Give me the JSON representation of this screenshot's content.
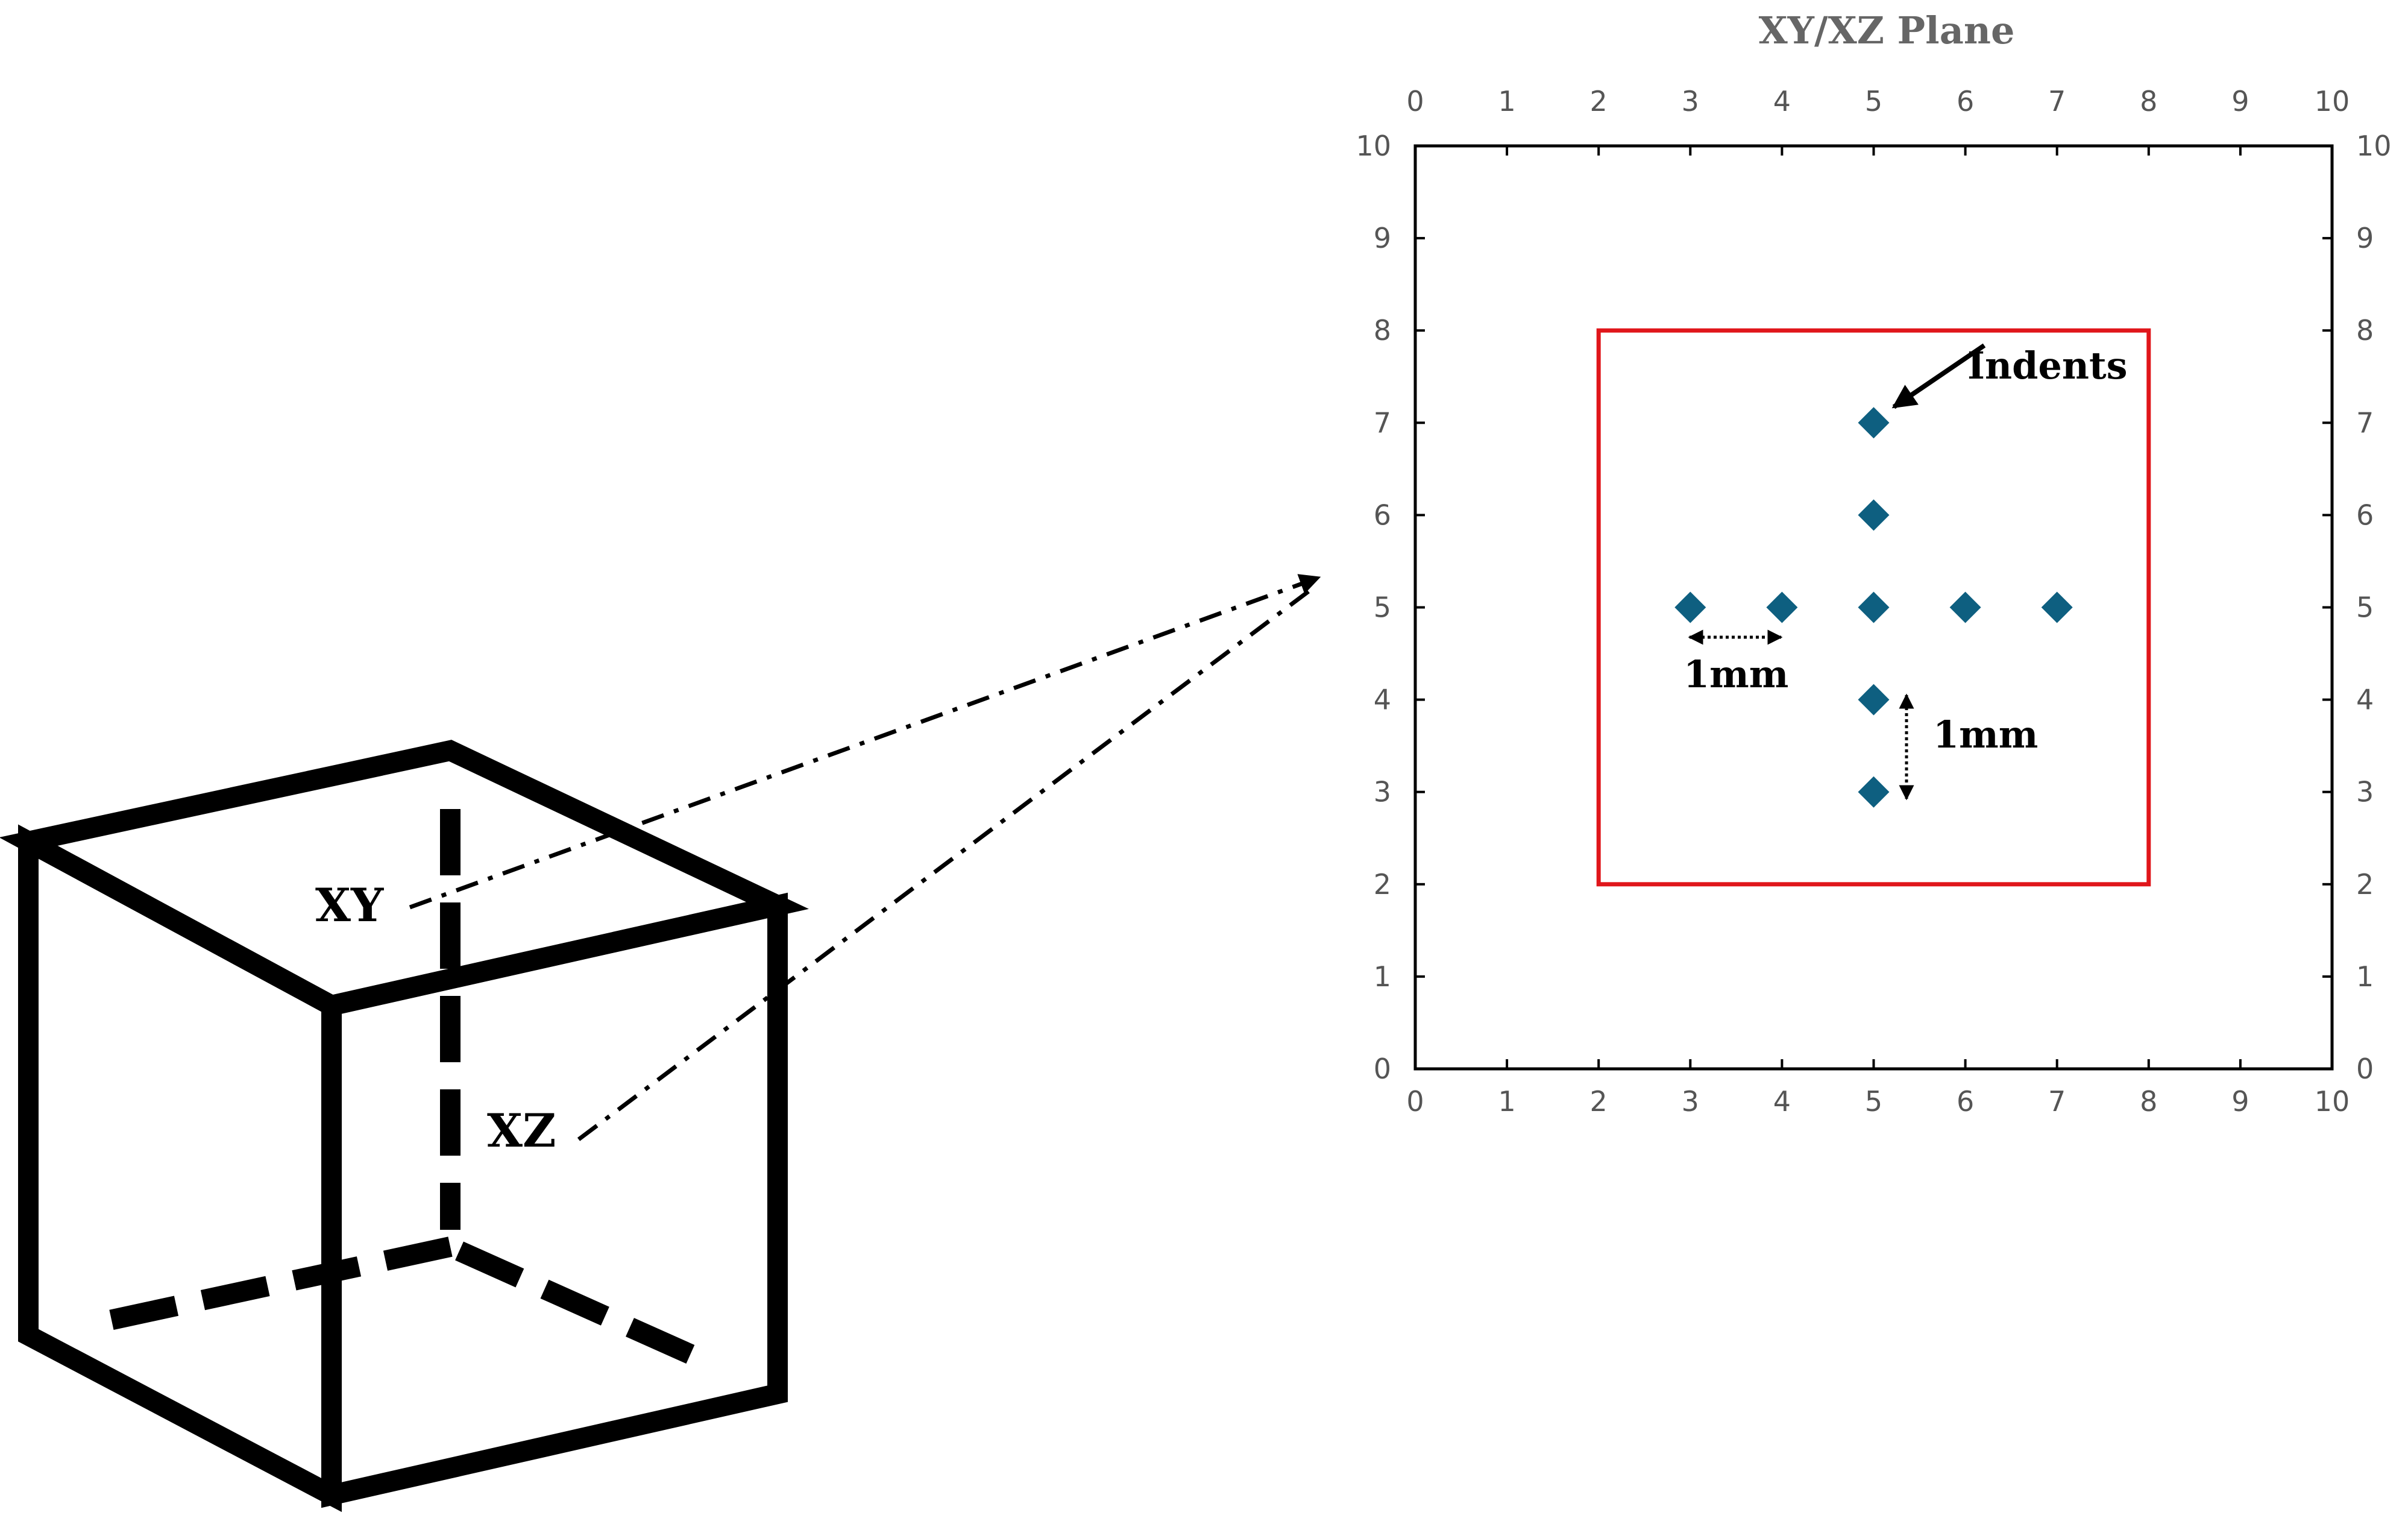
{
  "figure": {
    "cube": {
      "plane_labels": [
        "XY",
        "XZ"
      ]
    },
    "chart": {
      "title": "XY/XZ Plane",
      "xlim": [
        0,
        10
      ],
      "ylim": [
        0,
        10
      ],
      "ticks": [
        0,
        1,
        2,
        3,
        4,
        5,
        6,
        7,
        8,
        9,
        10
      ],
      "region": {
        "x": [
          2,
          8
        ],
        "y": [
          2,
          8
        ],
        "color": "#e0161b"
      },
      "marker_color": "#0e5f80",
      "annotations": {
        "indents": "Indents",
        "spacing_horizontal": "1mm",
        "spacing_vertical": "1mm"
      }
    }
  },
  "chart_data": {
    "type": "scatter",
    "title": "XY/XZ Plane",
    "xlabel": "",
    "ylabel": "",
    "xlim": [
      0,
      10
    ],
    "ylim": [
      0,
      10
    ],
    "grid": false,
    "series": [
      {
        "points": [
          [
            3,
            5
          ],
          [
            4,
            5
          ],
          [
            5,
            5
          ],
          [
            6,
            5
          ],
          [
            7,
            5
          ],
          [
            5,
            7
          ],
          [
            5,
            6
          ],
          [
            5,
            4
          ],
          [
            5,
            3
          ]
        ]
      }
    ]
  }
}
